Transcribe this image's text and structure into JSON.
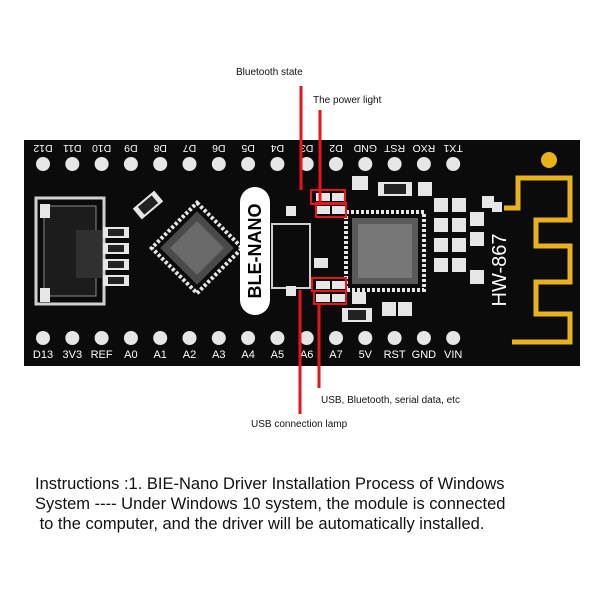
{
  "board": {
    "module_label": "BLE-NANO",
    "model_label": "HW-867",
    "top_pins": [
      "D12",
      "D11",
      "D10",
      "D9",
      "D8",
      "D7",
      "D6",
      "D5",
      "D4",
      "D3",
      "D2",
      "GND",
      "RST",
      "RXO",
      "TX1"
    ],
    "bottom_pins": [
      "D13",
      "3V3",
      "REF",
      "A0",
      "A1",
      "A2",
      "A3",
      "A4",
      "A5",
      "A6",
      "A7",
      "5V",
      "RST",
      "GND",
      "VIN"
    ]
  },
  "callouts": {
    "bluetooth_state": "Bluetooth state",
    "power_light": "The power light",
    "usb_serial": "USB, Bluetooth, serial data, etc",
    "usb_lamp": "USB connection lamp"
  },
  "colors": {
    "board": "#0b0b0b",
    "pad": "#e6e6e6",
    "antenna": "#e8b21a",
    "callout_line": "#e8141c",
    "ic": "#6a6a6a"
  },
  "instructions": {
    "line1": "Instructions :1. BIE-Nano Driver Installation Process of Windows",
    "line2": "System ---- Under Windows 10 system, the module is connected",
    "line3": " to the computer, and the driver will be automatically installed."
  }
}
